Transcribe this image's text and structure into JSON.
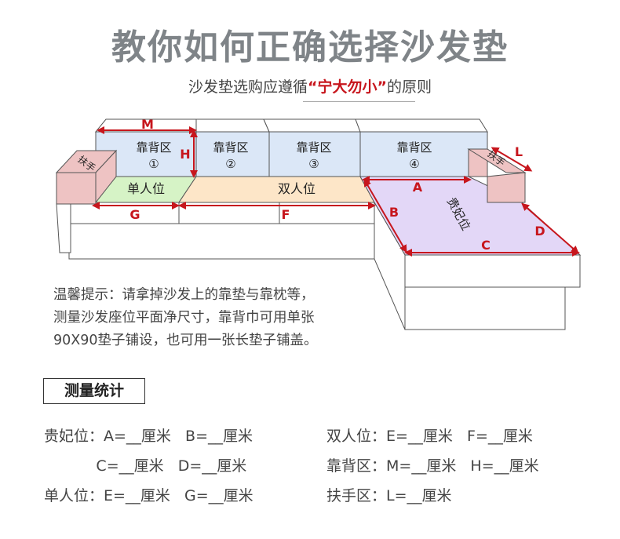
{
  "title": "教你如何正确选择沙发垫",
  "subtitle": {
    "prefix": "沙发垫选购应遵循",
    "highlight": "“宁大勿小”",
    "suffix": "的原则"
  },
  "diagram": {
    "back_zones": [
      {
        "label": "靠背区",
        "number": "①"
      },
      {
        "label": "靠背区",
        "number": "②"
      },
      {
        "label": "靠背区",
        "number": "③"
      },
      {
        "label": "靠背区",
        "number": "④"
      }
    ],
    "armrest_label": "扶手",
    "single_seat": "单人位",
    "double_seat": "双人位",
    "chaise": "贵妃位",
    "dims": {
      "M": "M",
      "H": "H",
      "L": "L",
      "A": "A",
      "B": "B",
      "C": "C",
      "D": "D",
      "G": "G",
      "F": "F"
    },
    "colors": {
      "back": "#dbe7f7",
      "armrest": "#eec3c3",
      "single": "#d6f3c6",
      "double": "#fde6c8",
      "chaise": "#e3d7f7",
      "dimension": "#c7161d",
      "outline": "#555555"
    }
  },
  "tip_text": "温馨提示：请拿掉沙发上的靠垫与靠枕等，\n测量沙发座位平面净尺寸，靠背巾可用单张\n90X90垫子铺设，也可用一张长垫子铺盖。",
  "stats": {
    "heading": "测量统计",
    "rows": [
      {
        "left": "贵妃位：A=__厘米   B=__厘米",
        "right": "双人位：E=__厘米   F=__厘米"
      },
      {
        "left": "           C=__厘米   D=__厘米",
        "right": "靠背区：M=__厘米   H=__厘米"
      },
      {
        "left": "单人位：E=__厘米   G=__厘米",
        "right": "扶手区：L=__厘米"
      }
    ]
  }
}
